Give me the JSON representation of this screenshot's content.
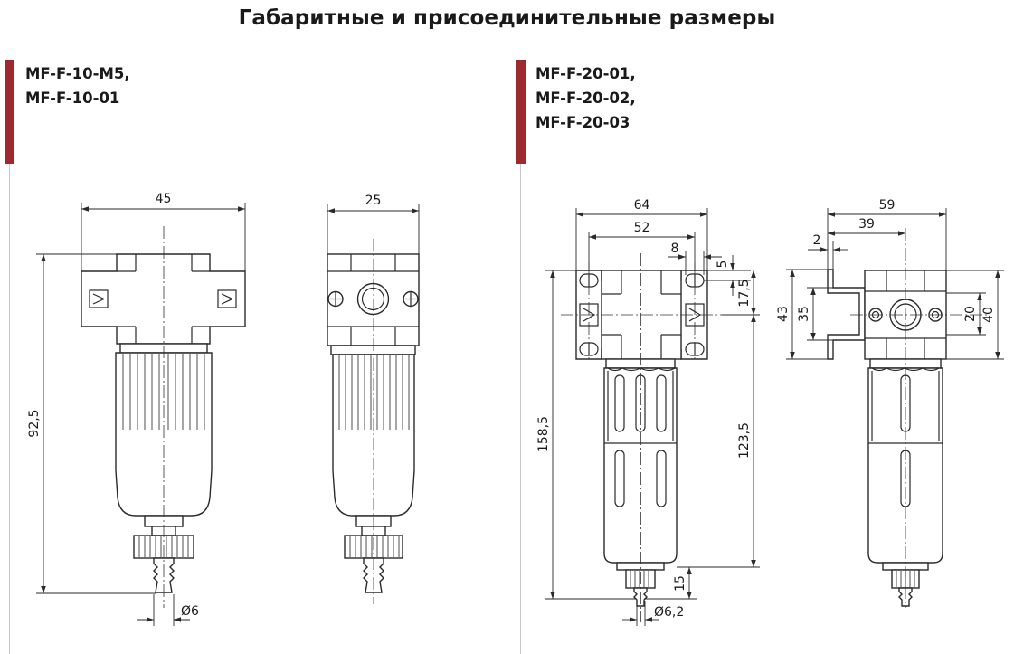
{
  "page": {
    "title": "Габаритные и присоединительные размеры"
  },
  "models": {
    "left": [
      "MF-F-10-M5,",
      "MF-F-10-01"
    ],
    "right": [
      "MF-F-20-01,",
      "MF-F-20-02,",
      "MF-F-20-03"
    ]
  },
  "dims": {
    "left_front_width": "45",
    "left_height": "92,5",
    "left_drain": "Ø6",
    "left_side_width": "25",
    "right_front_width": "64",
    "right_mount_spacing": "52",
    "right_hole": "8",
    "right_top_offset": "5",
    "right_port_height": "17,5",
    "right_total_height": "158,5",
    "right_port_to_drain": "123,5",
    "right_drain_length": "15",
    "right_drain": "Ø6,2",
    "right_side_width": "59",
    "right_bracket_offset": "39",
    "right_bracket_thickness": "2",
    "right_bracket_height": "43",
    "right_bracket_slot": "35",
    "right_port_center": "20",
    "right_body_height": "40"
  },
  "icons": {
    "flow_arrow": "flow-arrow-icon",
    "mount_screw": "mount-screw-icon",
    "port_opening": "port-opening-icon"
  },
  "colors": {
    "accent_bar": "#9e2a30"
  }
}
